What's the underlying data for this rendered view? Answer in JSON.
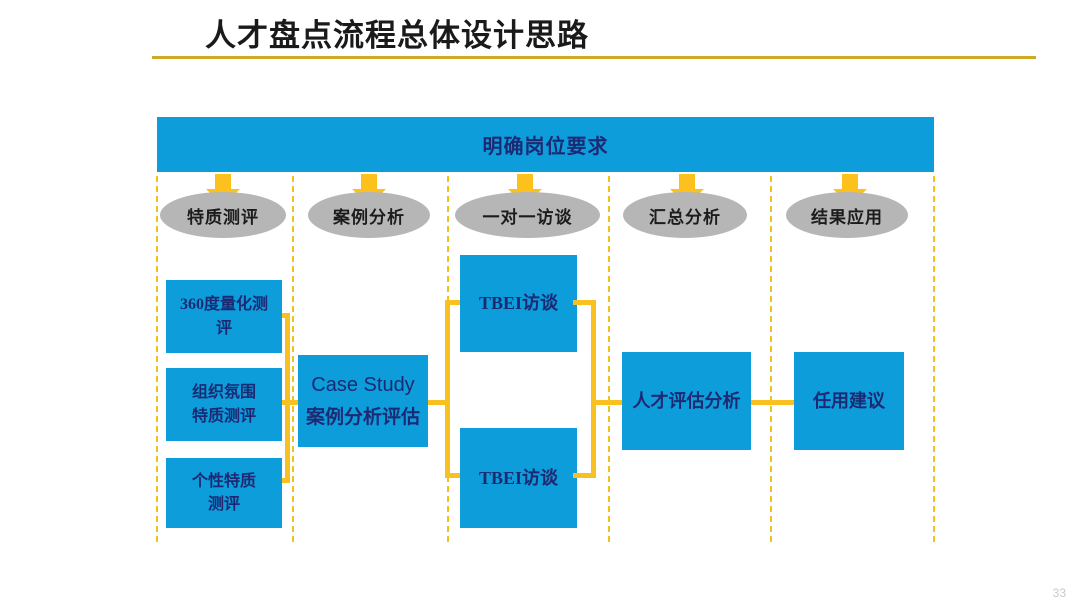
{
  "slide": {
    "title": "人才盘点流程总体设计思路",
    "page_number": "33",
    "accent_gold": "#ceaa27",
    "accent_blue": "#0d9ddb",
    "accent_yellow": "#f8c020",
    "stage_gray": "#b6b6b6",
    "text_navy": "#1c2a74"
  },
  "header": {
    "label": "明确岗位要求"
  },
  "stages": [
    {
      "label": "特质测评"
    },
    {
      "label": "案例分析"
    },
    {
      "label": "一对一访谈"
    },
    {
      "label": "汇总分析"
    },
    {
      "label": "结果应用"
    }
  ],
  "boxes": {
    "col1": [
      {
        "lines": [
          "360度量化测",
          "评"
        ]
      },
      {
        "lines": [
          "组织氛围",
          "特质测评"
        ]
      },
      {
        "lines": [
          "个性特质",
          "测评"
        ]
      }
    ],
    "col2": {
      "title_en": "Case Study",
      "title_cn": "案例分析评估"
    },
    "col3": [
      {
        "label": "TBEI访谈"
      },
      {
        "label": "TBEI访谈"
      }
    ],
    "col4": {
      "label": "人才评估分析"
    },
    "col5": {
      "label": "任用建议"
    }
  }
}
